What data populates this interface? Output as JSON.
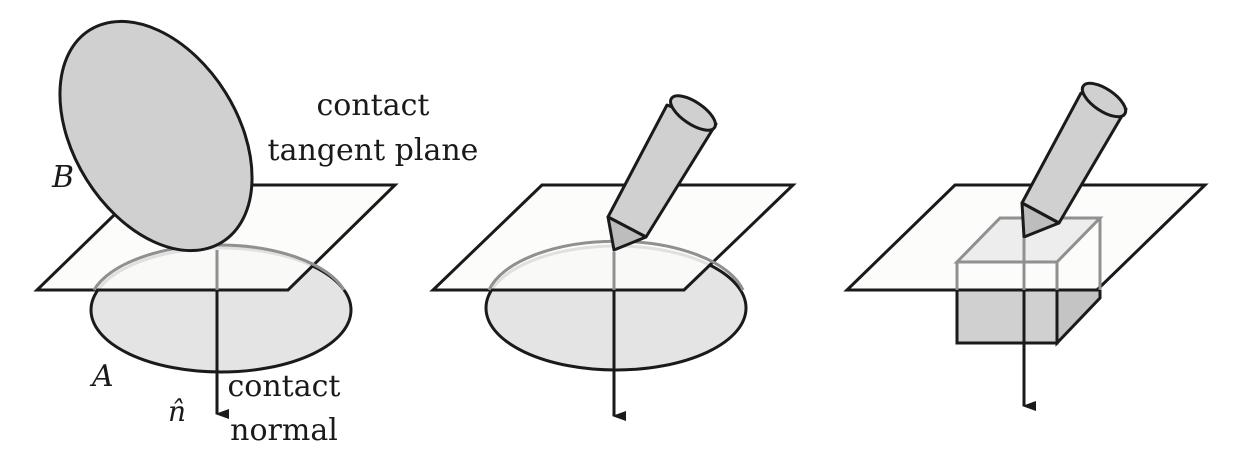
{
  "labels": {
    "plane_line1": "contact",
    "plane_line2": "tangent plane",
    "body_b": "B",
    "body_a": "A",
    "normal_symbol": "n̂",
    "normal_line1": "contact",
    "normal_line2": "normal"
  },
  "colors": {
    "stroke": "#1a1a1a",
    "body_fill": "#d0d0d0",
    "lower_body_fill": "#e4e4e4",
    "plane_fill": "#fcfcfa",
    "hidden_edge": "#909090"
  }
}
